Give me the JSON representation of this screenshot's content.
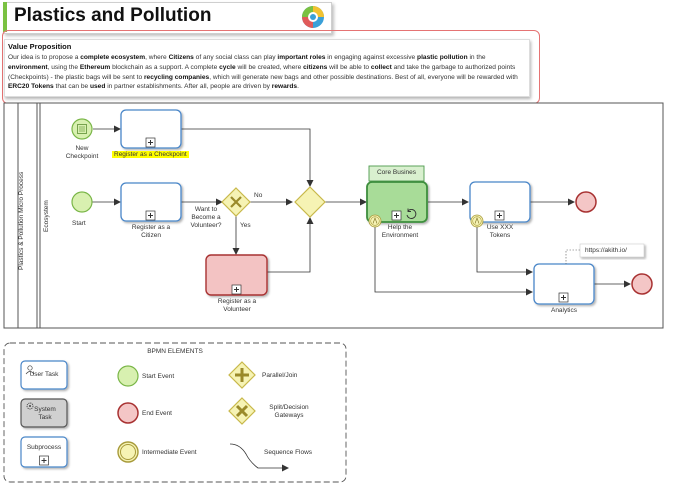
{
  "header": {
    "title": "Plastics and Pollution"
  },
  "value_proposition": {
    "heading": "Value Proposition",
    "runs": [
      [
        "Our idea is to propose a ",
        false
      ],
      [
        "complete ecosystem",
        true
      ],
      [
        ", where ",
        false
      ],
      [
        "Citizens",
        true
      ],
      [
        " of any social class can play ",
        false
      ],
      [
        "important roles",
        true
      ],
      [
        " in engaging against excessive ",
        false
      ],
      [
        "plastic pollution",
        true
      ],
      [
        " in the ",
        false
      ],
      [
        "environment",
        true
      ],
      [
        ", using the ",
        false
      ],
      [
        "Ethereum",
        true
      ],
      [
        " blockchain as a support. A complete ",
        false
      ],
      [
        "cycle",
        true
      ],
      [
        " will be created, where ",
        false
      ],
      [
        "citizens",
        true
      ],
      [
        " will be able to ",
        false
      ],
      [
        "collect",
        true
      ],
      [
        " and take the garbage to authorized points (Checkpoints) - the plastic bags will be sent to ",
        false
      ],
      [
        "recycling companies",
        true
      ],
      [
        ", which will generate new bags and other possible destinations. Best of all, everyone will be rewarded with ",
        false
      ],
      [
        "ERC20 Tokens",
        true
      ],
      [
        " that can be ",
        false
      ],
      [
        "used",
        true
      ],
      [
        " in partner establishments. After all, people are driven by ",
        false
      ],
      [
        "rewards",
        true
      ],
      [
        ".",
        false
      ]
    ]
  },
  "pool": {
    "name": "Plastics & Pollution Micro Process",
    "lane": "Ecosystem"
  },
  "process": {
    "new_checkpoint_event": "New Checkpoint",
    "register_checkpoint_task": "Register as a Checkpoint",
    "start_event": "Start",
    "register_citizen_task": "Register as a Citizen",
    "volunteer_gateway": "Want to Become a Volunteer?",
    "no_label": "No",
    "yes_label": "Yes",
    "register_volunteer_task": "Register as a Volunteer",
    "core_business_tag": "Core Busines",
    "help_environment_task": "Help the Environment",
    "use_tokens_task": "Use XXX Tokens",
    "analytics_task": "Analytics",
    "url_annotation": "https://akith.io/"
  },
  "legend": {
    "title": "BPMN ELEMENTS",
    "user_task": "User Task",
    "system_task": "System Task",
    "subprocess": "Subprocess",
    "start_event": "Start Event",
    "end_event": "End Event",
    "intermediate_event": "Intermediate Event",
    "parallel_join": "Parallel/Join",
    "split_decision": "Split/Decision Gateways",
    "sequence_flows": "Sequence Flows"
  },
  "colors": {
    "task_border": "#4a86c8",
    "task_fill": "#ffffff",
    "start_fill": "#d8f0b0",
    "start_border": "#7ab648",
    "end_fill": "#f4c6c6",
    "end_border": "#a83232",
    "gateway_fill": "#f6f3b4",
    "gateway_border": "#c8b84a",
    "green_task_fill": "#a8dc98",
    "green_task_border": "#3e8e3e",
    "red_task_fill": "#f3c3c3",
    "red_task_border": "#a83232",
    "highlight": "#ffff00",
    "title_accent": "#7ac142"
  }
}
